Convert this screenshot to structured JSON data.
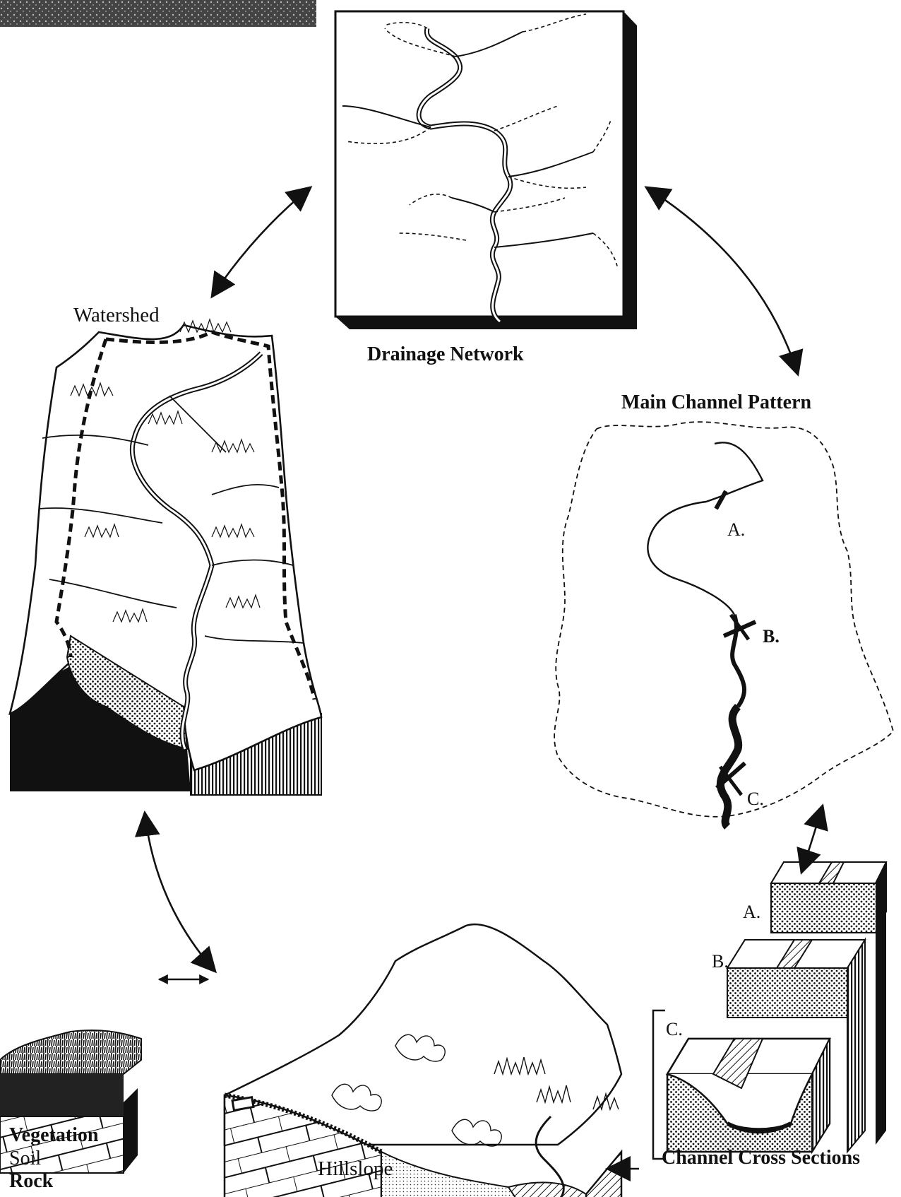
{
  "labels": {
    "watershed": "Watershed",
    "drainage_network": "Drainage Network",
    "main_channel_pattern": "Main Channel Pattern",
    "hillslope": "Hillslope",
    "channel_cross_sections": "Channel Cross Sections",
    "vegetation": "Vegetation",
    "soil": "Soil",
    "rock": "Rock"
  },
  "section_markers": {
    "channel_a": "A.",
    "channel_b": "B.",
    "channel_c": "C.",
    "cross_a": "A.",
    "cross_b": "B.",
    "cross_c": "C."
  },
  "colors": {
    "ink": "#111111",
    "paper": "#ffffff"
  }
}
